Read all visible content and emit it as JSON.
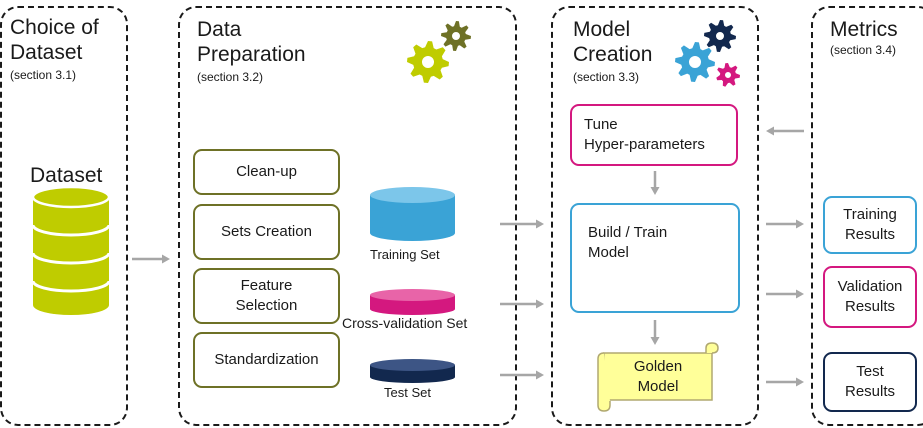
{
  "colors": {
    "olive": "#6e7126",
    "lime": "#bfcc00",
    "blue": "#3aa3d6",
    "magenta": "#d4187f",
    "navy": "#12284e",
    "scroll": "#ffff99",
    "arrow": "#a6a6a6"
  },
  "panels": {
    "dataset": {
      "title_line1": "Choice of",
      "title_line2": "Dataset",
      "section": "(section 3.1)",
      "label": "Dataset"
    },
    "prep": {
      "title_line1": "Data",
      "title_line2": "Preparation",
      "section": "(section 3.2)",
      "steps": [
        "Clean-up",
        "Sets Creation",
        "Feature\nSelection",
        "Standardization"
      ],
      "sets": {
        "training": "Training Set",
        "crossval": "Cross-validation Set",
        "test": "Test Set"
      }
    },
    "model": {
      "title_line1": "Model",
      "title_line2": "Creation",
      "section": "(section 3.3)",
      "tune": "Tune\nHyper-parameters",
      "build": "Build / Train\nModel",
      "golden": "Golden\nModel"
    },
    "metrics": {
      "title": "Metrics",
      "section": "(section 3.4)",
      "training": "Training\nResults",
      "validation": "Validation\nResults",
      "test": "Test\nResults"
    }
  },
  "icons": [
    "database-icon",
    "gear-icon",
    "scroll-icon",
    "cylinder-icon",
    "arrow-icon"
  ]
}
